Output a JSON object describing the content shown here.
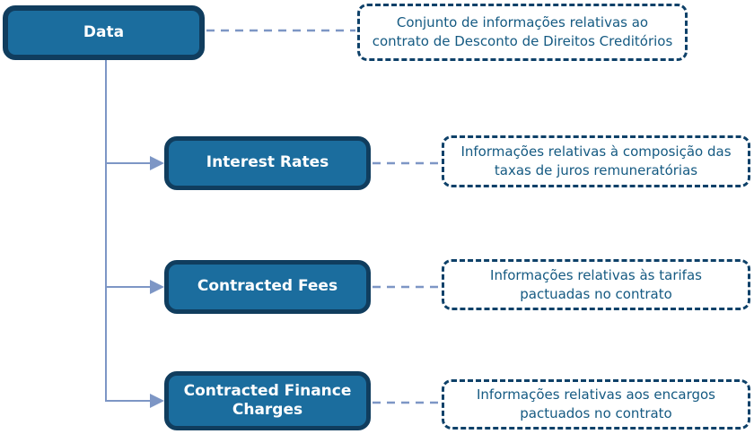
{
  "colors": {
    "node_fill": "#1b6d9e",
    "node_border": "#103d5e",
    "node_text": "#ffffff",
    "annotation_border": "#0e4169",
    "annotation_text": "#155a82",
    "connector": "#7d96c5"
  },
  "root": {
    "label": "Data",
    "description": "Conjunto de informações relativas ao contrato de Desconto de Direitos Creditórios"
  },
  "children": [
    {
      "label": "Interest Rates",
      "description": "Informações relativas à composição das taxas de juros remuneratórias"
    },
    {
      "label": "Contracted Fees",
      "description": "Informações relativas às tarifas pactuadas no contrato"
    },
    {
      "label": "Contracted Finance Charges",
      "description": "Informações relativas aos encargos pactuados no contrato"
    }
  ]
}
